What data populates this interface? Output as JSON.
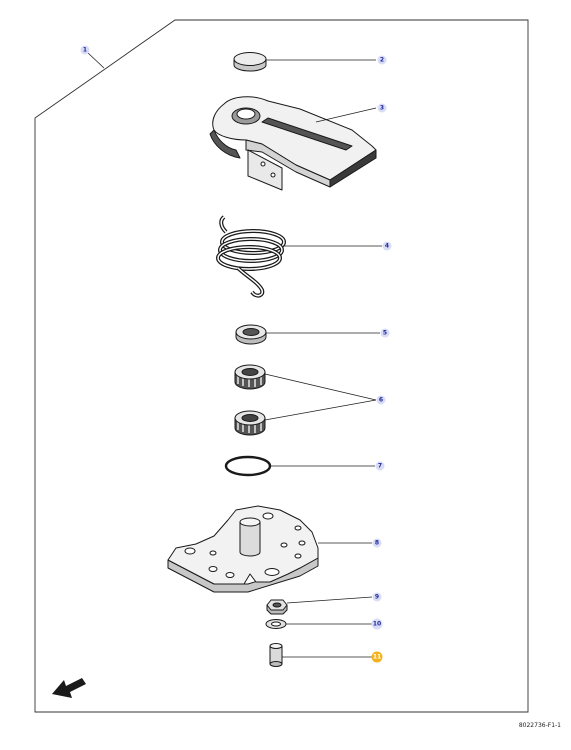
{
  "figure_id": "8022736-F1-1",
  "callouts": [
    {
      "label": "1"
    },
    {
      "label": "2"
    },
    {
      "label": "3"
    },
    {
      "label": "4"
    },
    {
      "label": "5"
    },
    {
      "label": "6"
    },
    {
      "label": "7"
    },
    {
      "label": "8"
    },
    {
      "label": "9"
    },
    {
      "label": "10"
    },
    {
      "label": "11",
      "highlighted": true
    }
  ],
  "colors": {
    "callout_fill": "#d9dcf5",
    "callout_text": "#1f2a9e",
    "highlight_fill": "#f2b21c",
    "line": "#222222"
  },
  "icons": {
    "orientation_arrow": "arrow-down-left-icon"
  }
}
